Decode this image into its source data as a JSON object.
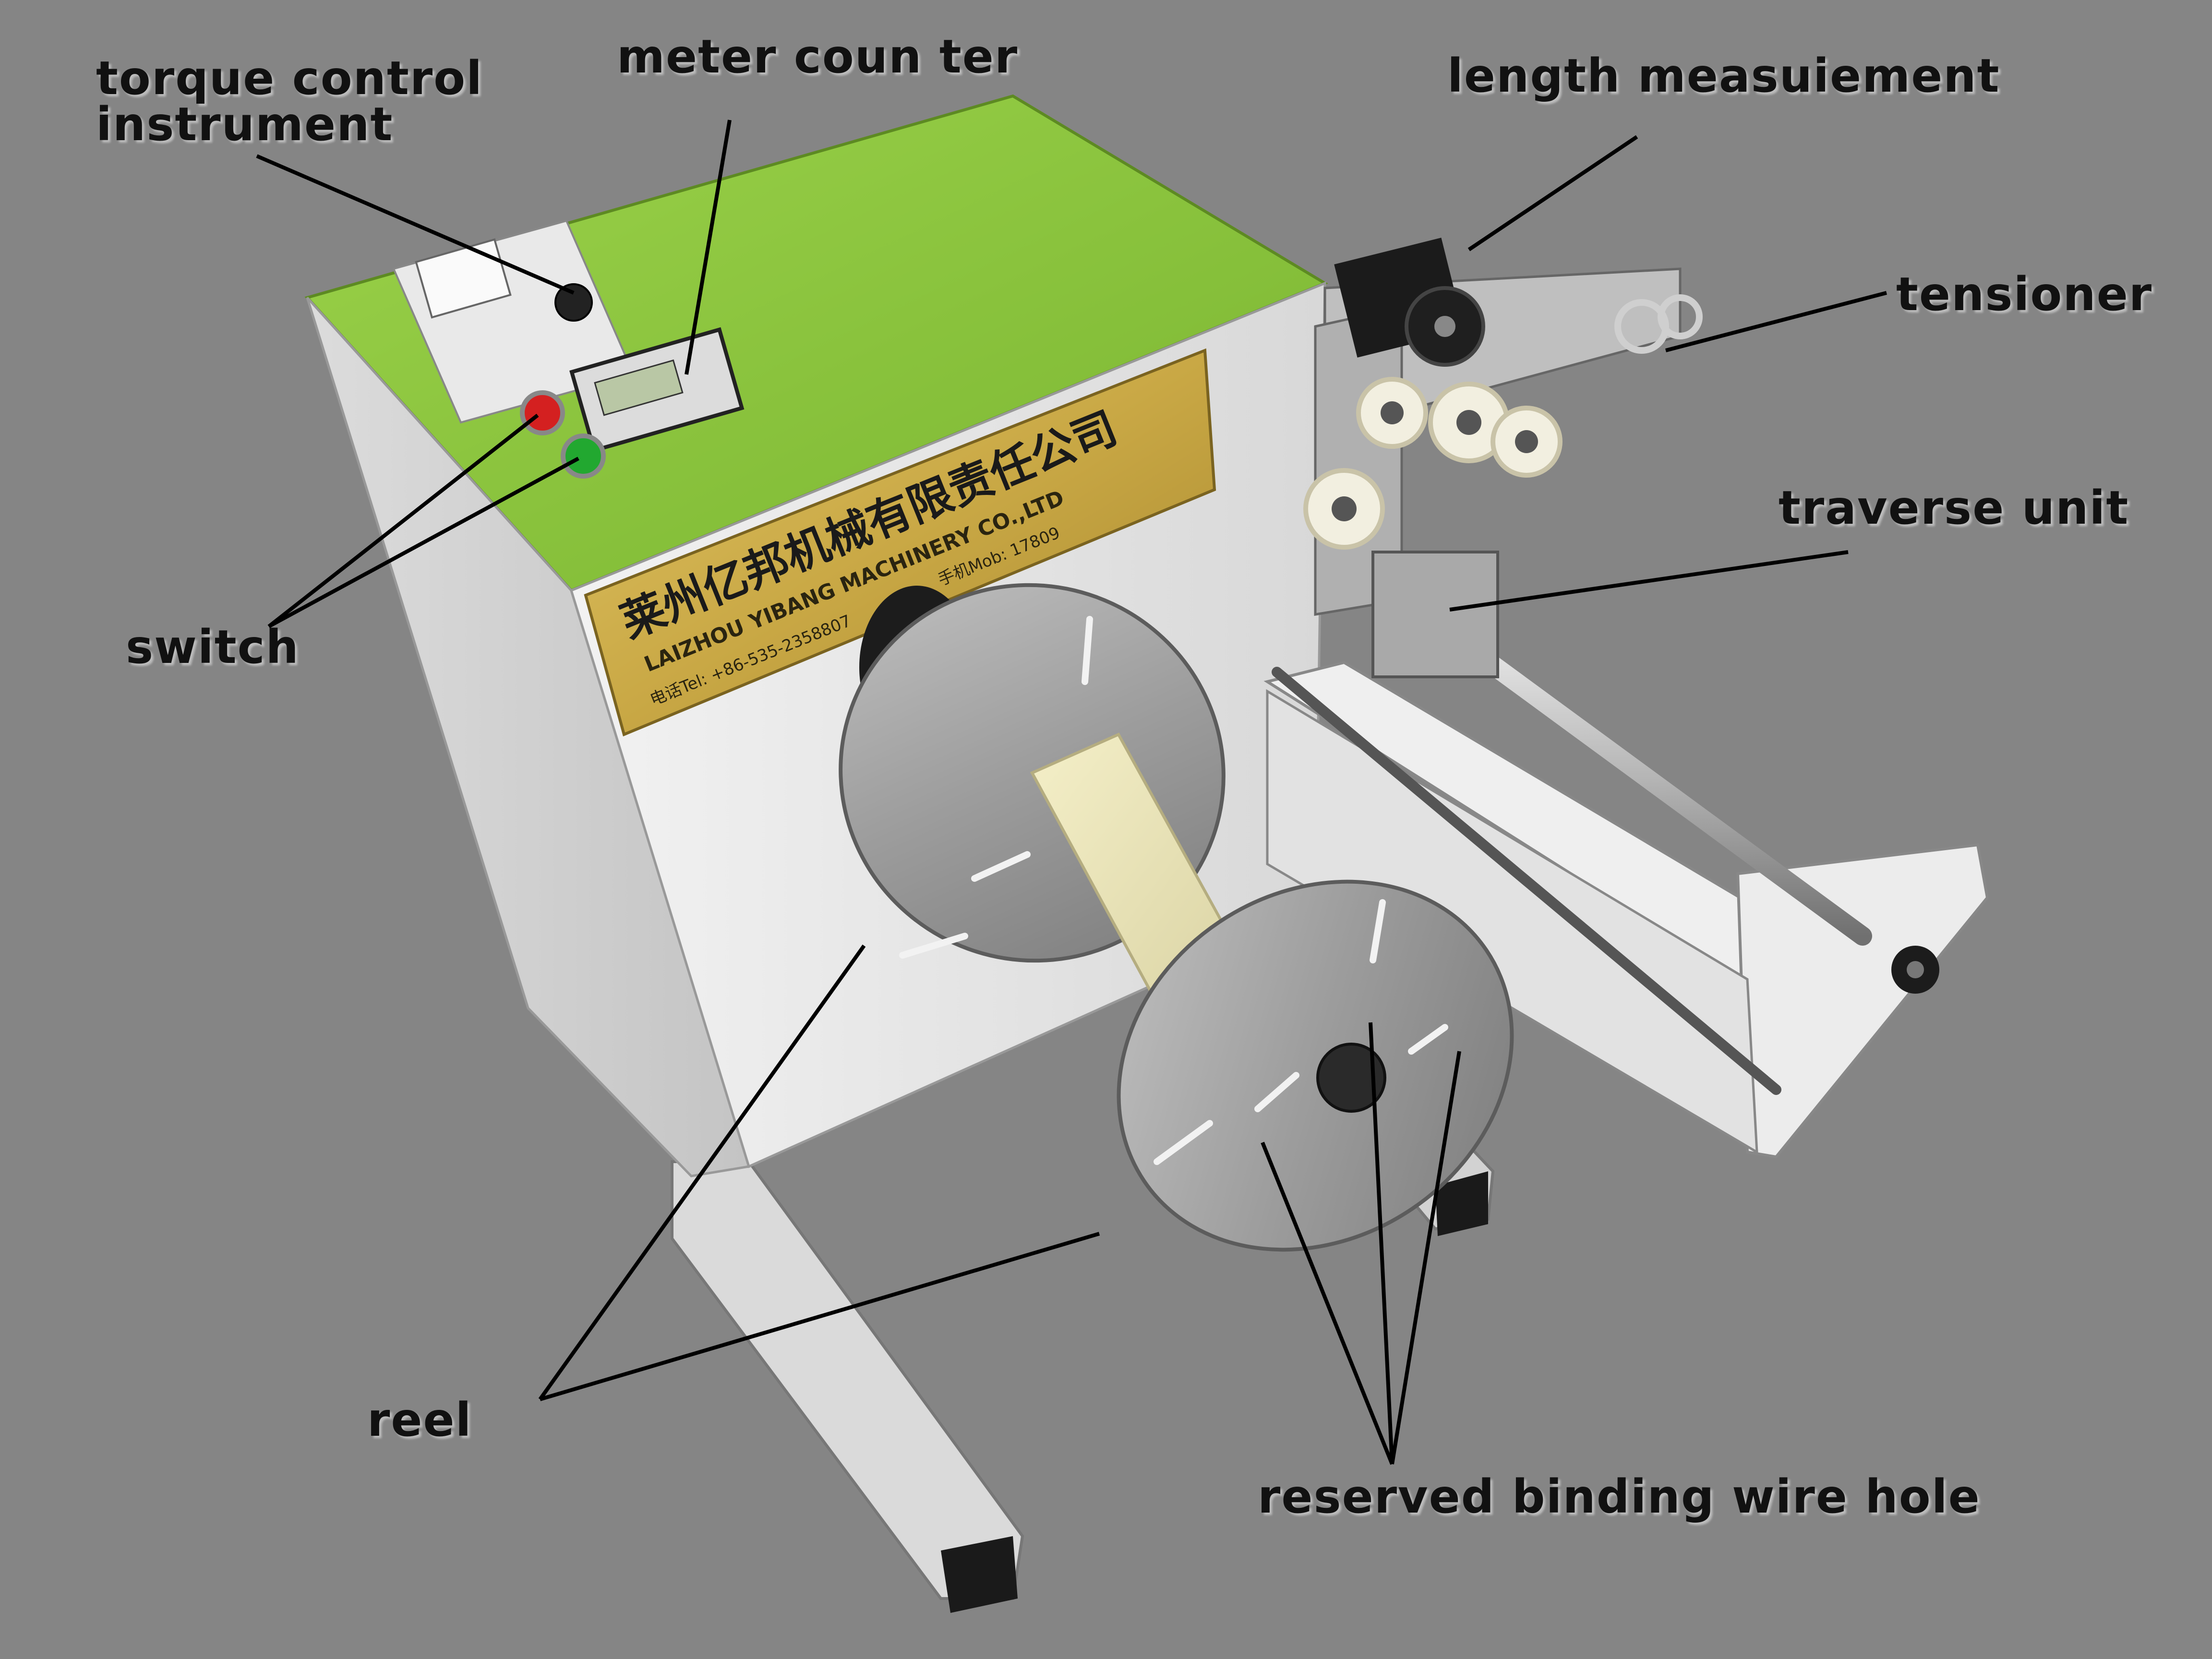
{
  "labels": {
    "torque_control_line1": "torque control",
    "torque_control_line2": "instrument",
    "meter_counter": "meter coun ter",
    "length_measurement": "length measuiement",
    "tensioner": "tensioner",
    "traverse_unit": "traverse unit",
    "switch": "switch",
    "reel": "reel",
    "reserved_binding_wire_hole": "reserved binding wire hole"
  },
  "nameplate": {
    "company_cn": "莱州亿邦机械有限责任公司",
    "company_en": "LAIZHOU YIBANG MACHINERY CO.,LTD",
    "phone_line": "电话Tel: +86-535-2358807",
    "mobile_line": "手机Mob: 17809",
    "co_ltd": "CO.,LTD"
  },
  "colors": {
    "background": "#858585",
    "label_text": "#111111",
    "leader_line": "#000000",
    "machine_top": "#8cc63f",
    "machine_body": "#e6e6e6",
    "nameplate_gold": "#c9a845",
    "reel_flange": "#9a9a9a",
    "button_red": "#d42020",
    "button_green": "#22a830"
  }
}
